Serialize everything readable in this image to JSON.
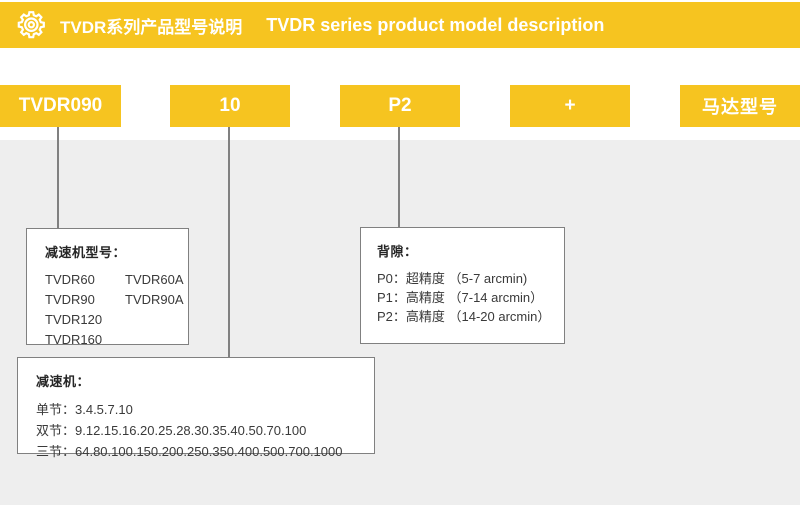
{
  "header": {
    "icon": "gear-icon",
    "title_cn": "TVDR系列产品型号说明",
    "title_en": "TVDR series product model description",
    "bg_color": "#f6c420",
    "text_color": "#ffffff"
  },
  "model_code": {
    "segments": [
      {
        "name": "frame-size",
        "label": "TVDR090"
      },
      {
        "name": "ratio",
        "label": "10"
      },
      {
        "name": "backlash-grade",
        "label": "P2"
      },
      {
        "name": "plus",
        "label": "+"
      },
      {
        "name": "motor-model",
        "label": "马达型号"
      }
    ]
  },
  "panels": {
    "models": {
      "title": "减速机型号：",
      "rows": [
        {
          "left": "TVDR60",
          "right": "TVDR60A"
        },
        {
          "left": "TVDR90",
          "right": "TVDR90A"
        },
        {
          "left": "TVDR120",
          "right": ""
        },
        {
          "left": "TVDR160",
          "right": ""
        }
      ]
    },
    "backlash": {
      "title": "背隙：",
      "lines": [
        "P0：超精度 （5-7 arcmin)",
        "P1：高精度 （7-14 arcmin）",
        "P2：高精度 （14-20 arcmin）"
      ]
    },
    "ratio": {
      "title": "减速机：",
      "lines": [
        "单节：3.4.5.7.10",
        "双节：9.12.15.16.20.25.28.30.35.40.50.70.100",
        "三节：64.80.100.150.200.250.350.400.500.700.1000"
      ]
    }
  },
  "colors": {
    "accent_yellow": "#f6c420",
    "canvas_gray": "#eeeeee",
    "border_gray": "#808080",
    "text_dark": "#3a3a3a"
  }
}
